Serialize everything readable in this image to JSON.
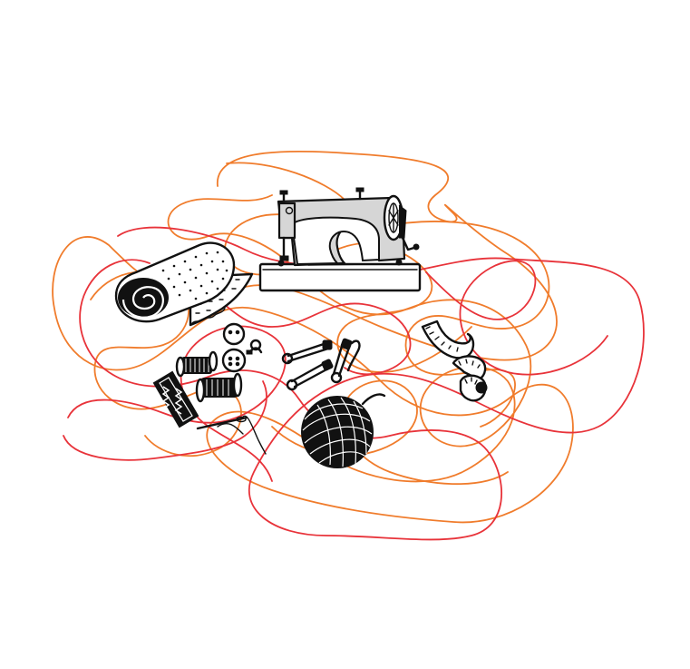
{
  "colors": {
    "background": "#ffffff",
    "ink": "#111111",
    "thread_orange": "#f07c2c",
    "thread_red": "#e8333a"
  },
  "illustration": {
    "threads": [
      "orange-thread",
      "red-thread"
    ],
    "items": [
      "sewing-machine",
      "fabric-roll",
      "buttons",
      "thread-spools",
      "lace-trim",
      "needle",
      "safety-pins",
      "yarn-ball",
      "measuring-tape"
    ]
  }
}
